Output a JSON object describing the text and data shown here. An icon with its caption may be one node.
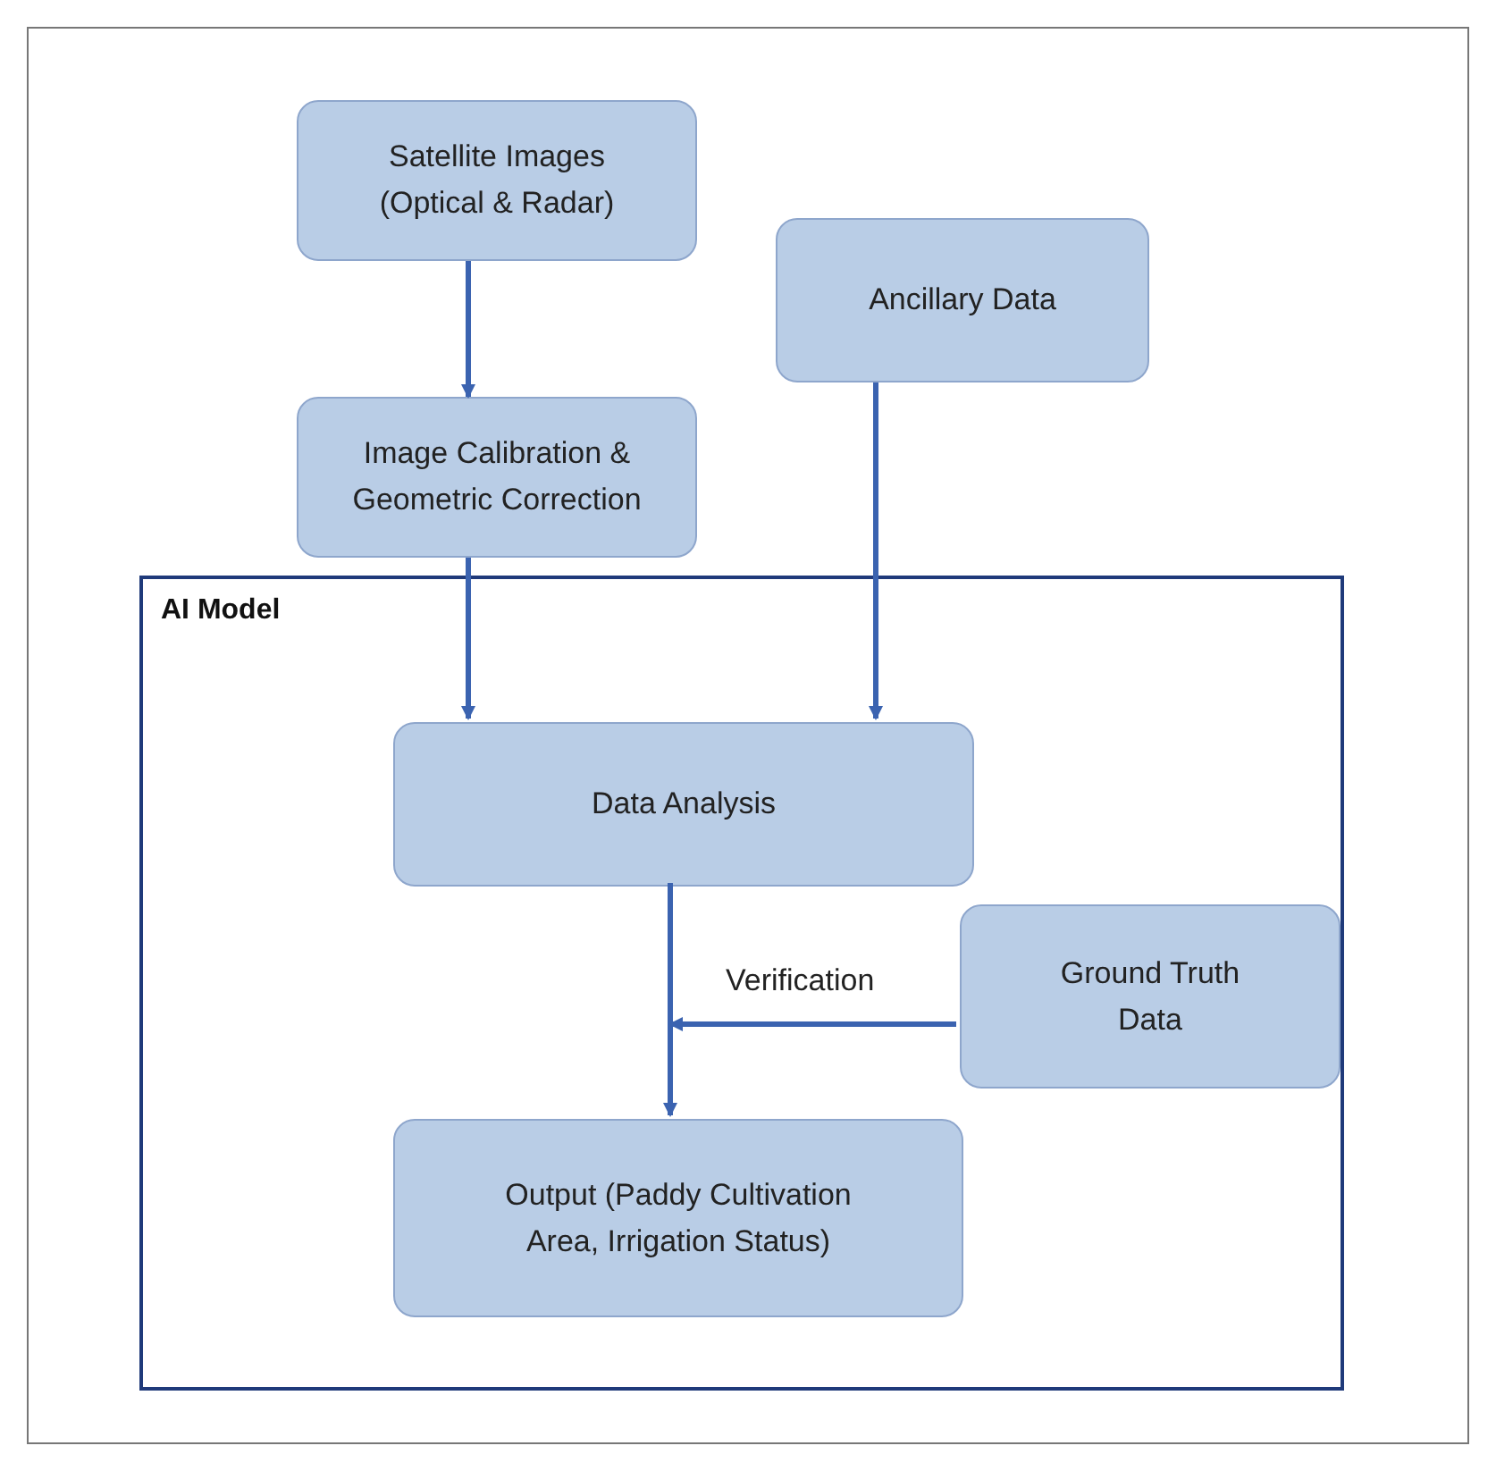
{
  "diagram": {
    "nodes": [
      {
        "text": [
          "Satellite Images (Optical & Radar)"
        ]
      },
      {
        "text": [
          "Ancillary Data"
        ]
      },
      {
        "text": [
          "Image Calibration & Geometric Correction"
        ]
      },
      {
        "text": [
          "AI Model"
        ]
      },
      {
        "text": [
          "Data Analysis"
        ],
        "in": 3
      },
      {
        "text": [
          "Ground Truth Data"
        ],
        "in": 3
      },
      {
        "text": [
          "Output (Paddy Cultivation Area, Irrigation Status)"
        ],
        "in": 3
      }
    ],
    "edges": [
      {
        "from": 0,
        "to": 2,
        "arrow": "to"
      },
      {
        "from": 2,
        "to": 4,
        "arrow": "to"
      },
      {
        "from": 1,
        "to": 4,
        "arrow": "to"
      },
      {
        "from": 4,
        "to": 6,
        "arrow": "to"
      },
      {
        "from": 5,
        "to": null,
        "arrow": "to",
        "label": "Verification"
      }
    ]
  }
}
